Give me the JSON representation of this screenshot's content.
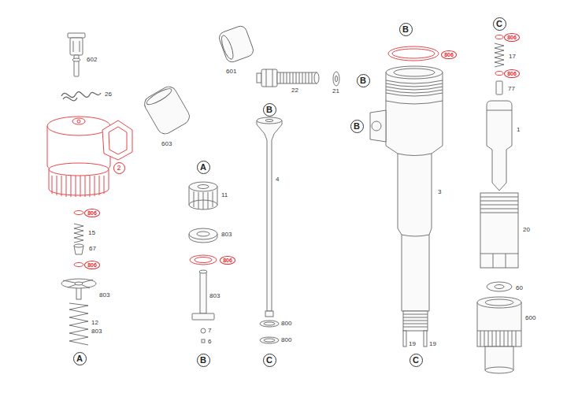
{
  "diagram": {
    "nodes": [
      {
        "text": [
          "C"
        ]
      },
      {
        "text": [
          "B"
        ]
      },
      {
        "text": [
          "806"
        ]
      },
      {
        "text": [
          "806"
        ]
      },
      {
        "text": [
          "806"
        ]
      },
      {
        "text": [
          "B"
        ]
      },
      {
        "text": [
          "B"
        ]
      },
      {
        "text": [
          "B"
        ]
      },
      {
        "text": [
          "A"
        ]
      },
      {
        "text": [
          "2"
        ]
      },
      {
        "text": [
          "806"
        ]
      },
      {
        "text": [
          "806"
        ]
      },
      {
        "text": [
          "806"
        ]
      },
      {
        "text": [
          "A"
        ]
      },
      {
        "text": [
          "B"
        ]
      },
      {
        "text": [
          "C"
        ]
      },
      {
        "text": [
          "C"
        ]
      }
    ],
    "labels": [
      "602",
      "26",
      "603",
      "15",
      "67",
      "803",
      "12",
      "803",
      "11",
      "803",
      "803",
      "7",
      "6",
      "601",
      "22",
      "21",
      "4",
      "800",
      "800",
      "3",
      "19",
      "19",
      "17",
      "77",
      "1",
      "20",
      "60",
      "600"
    ]
  }
}
